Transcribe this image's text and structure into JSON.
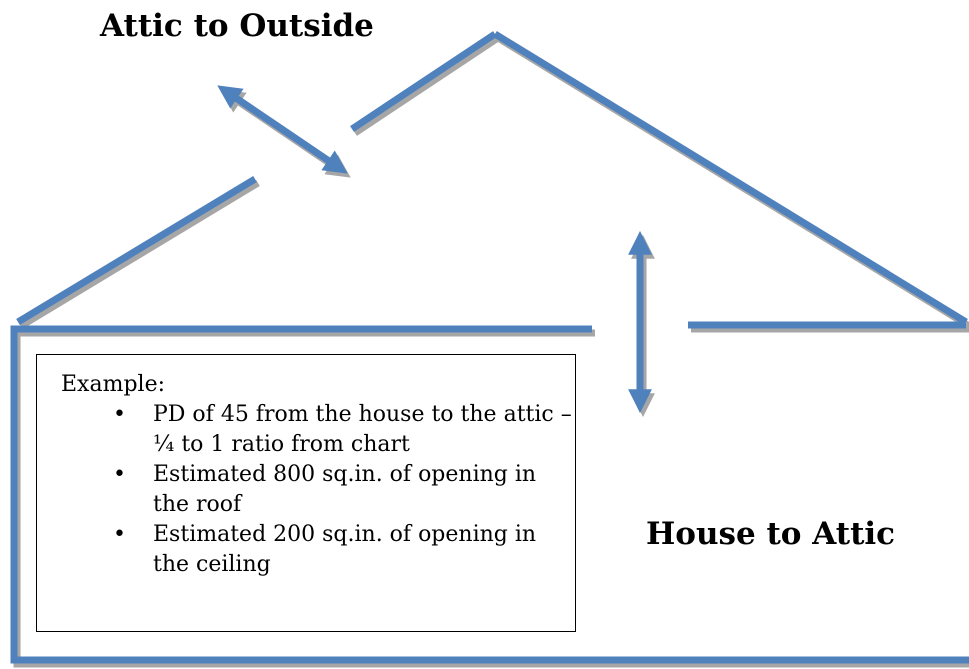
{
  "titles": {
    "attic_to_outside": "Attic to Outside",
    "house_to_attic": "House to Attic"
  },
  "example": {
    "heading": "Example:",
    "items": [
      "PD of 45 from the house to the attic – ¼ to 1 ratio from chart",
      "Estimated 800 sq.in. of opening in the roof",
      "Estimated 200 sq.in. of opening in the ceiling"
    ]
  },
  "colors": {
    "line": "#4f81bd",
    "shadow": "#a6a6a6"
  }
}
